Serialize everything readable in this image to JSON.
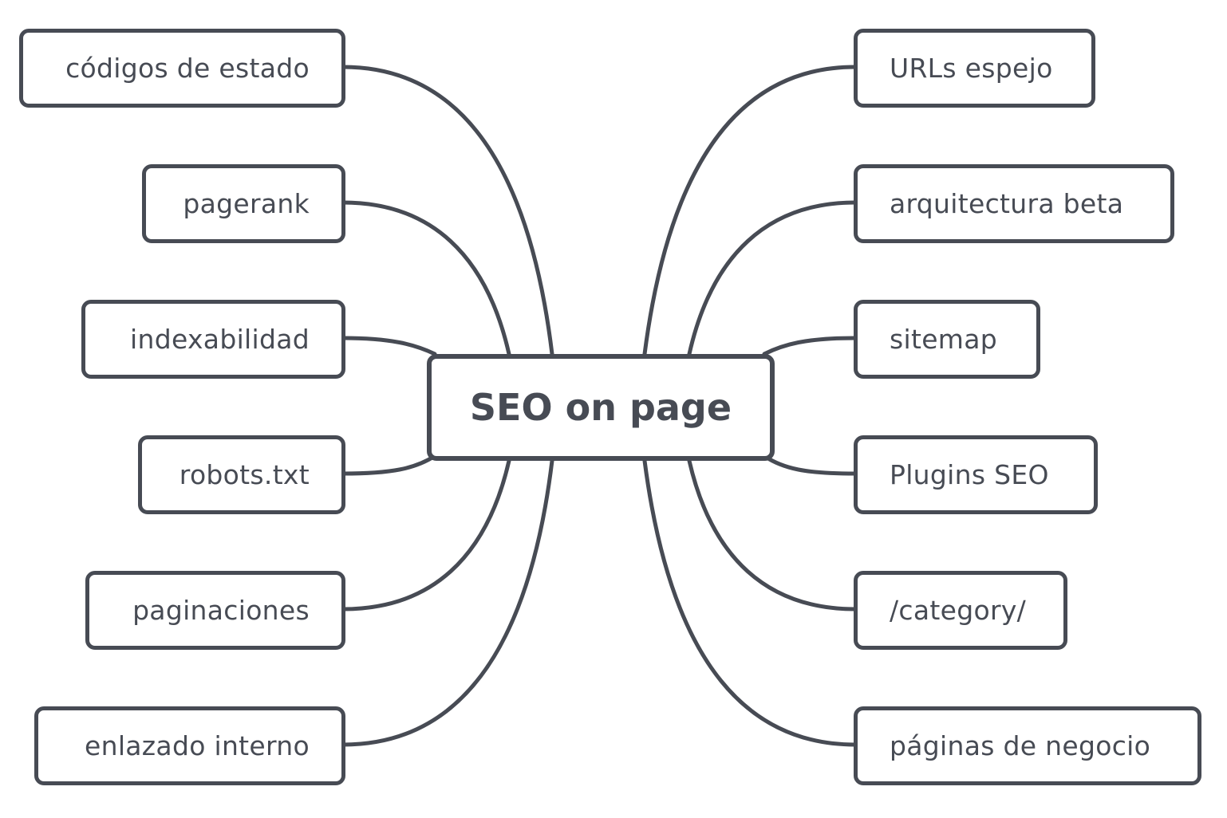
{
  "central_topic": "SEO on page",
  "left_topics": [
    "códigos de estado",
    "pagerank",
    "indexabilidad",
    "robots.txt",
    "paginaciones",
    "enlazado interno"
  ],
  "right_topics": [
    "URLs espejo",
    "arquitectura beta",
    "sitemap",
    "Plugins SEO",
    "/category/",
    "páginas de negocio"
  ],
  "colors": {
    "stroke": "#474b54",
    "text": "#474b54",
    "background": "#ffffff"
  }
}
